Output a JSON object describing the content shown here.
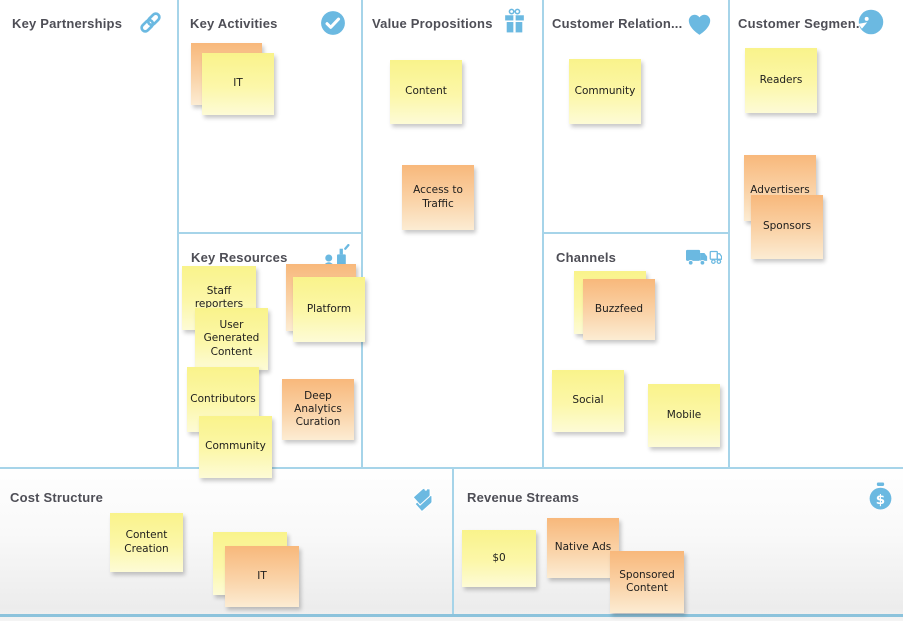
{
  "app": {
    "name": "Business Model Canvas board"
  },
  "colors": {
    "accent_blue": "#6bb9e1",
    "grid_blue": "#a6d4e9",
    "bottom_line_blue": "#8cc3dc",
    "title_gray": "#4e4e56",
    "note_yellow_top": "#f9f38b",
    "note_yellow_bottom": "#fdfbd6",
    "note_orange_top": "#f8b87b",
    "note_orange_bottom": "#fcecd3"
  },
  "sections": {
    "key_partnerships": {
      "title": "Key Partnerships",
      "icon": "link-icon"
    },
    "key_activities": {
      "title": "Key Activities",
      "icon": "check-circle-icon"
    },
    "value_propositions": {
      "title": "Value Propositions",
      "icon": "gift-icon"
    },
    "customer_relationships": {
      "title": "Customer Relation...",
      "icon": "heart-icon"
    },
    "customer_segments": {
      "title": "Customer Segmen...",
      "icon": "face-icon"
    },
    "key_resources": {
      "title": "Key Resources",
      "icon": "worker-factory-icon"
    },
    "channels": {
      "title": "Channels",
      "icon": "truck-icon"
    },
    "cost_structure": {
      "title": "Cost Structure",
      "icon": "price-tag-icon"
    },
    "revenue_streams": {
      "title": "Revenue Streams",
      "icon": "money-bag-icon"
    }
  },
  "notes": {
    "ka_blank": {
      "text": "",
      "color": "orange",
      "section": "key_activities"
    },
    "ka_it": {
      "text": "IT",
      "color": "yellow",
      "section": "key_activities"
    },
    "vp_content": {
      "text": "Content",
      "color": "yellow",
      "section": "value_propositions"
    },
    "vp_access_to_traffic": {
      "text": "Access to Traffic",
      "color": "orange",
      "section": "value_propositions"
    },
    "cr_community": {
      "text": "Community",
      "color": "yellow",
      "section": "customer_relationships"
    },
    "cs_readers": {
      "text": "Readers",
      "color": "yellow",
      "section": "customer_segments"
    },
    "cs_advertisers": {
      "text": "Advertisers",
      "color": "orange",
      "section": "customer_segments"
    },
    "cs_sponsors": {
      "text": "Sponsors",
      "color": "orange",
      "section": "customer_segments"
    },
    "kr_staff_reporters": {
      "text": "Staff reporters",
      "color": "yellow",
      "section": "key_resources"
    },
    "kr_user_generated_content": {
      "text": "User Generated Content",
      "color": "yellow",
      "section": "key_resources"
    },
    "kr_platform_blank": {
      "text": "",
      "color": "orange",
      "section": "key_resources"
    },
    "kr_platform": {
      "text": "Platform",
      "color": "yellow",
      "section": "key_resources"
    },
    "kr_contributors": {
      "text": "Contributors",
      "color": "yellow",
      "section": "key_resources"
    },
    "kr_deep_analytics_curation": {
      "text": "Deep Analytics Curation",
      "color": "orange",
      "section": "key_resources"
    },
    "kr_community": {
      "text": "Community",
      "color": "yellow",
      "section": "key_resources"
    },
    "ch_buzzfeed_blank": {
      "text": "",
      "color": "yellow",
      "section": "channels"
    },
    "ch_buzzfeed": {
      "text": "Buzzfeed",
      "color": "orange",
      "section": "channels"
    },
    "ch_social": {
      "text": "Social",
      "color": "yellow",
      "section": "channels"
    },
    "ch_mobile": {
      "text": "Mobile",
      "color": "yellow",
      "section": "channels"
    },
    "cost_content_creation": {
      "text": "Content Creation",
      "color": "yellow",
      "section": "cost_structure"
    },
    "cost_it_blank": {
      "text": "",
      "color": "yellow",
      "section": "cost_structure"
    },
    "cost_it": {
      "text": "IT",
      "color": "orange",
      "section": "cost_structure"
    },
    "rev_zero": {
      "text": "$0",
      "color": "yellow",
      "section": "revenue_streams"
    },
    "rev_native_ads": {
      "text": "Native Ads",
      "color": "orange",
      "section": "revenue_streams"
    },
    "rev_sponsored_content": {
      "text": "Sponsored Content",
      "color": "orange",
      "section": "revenue_streams"
    }
  }
}
